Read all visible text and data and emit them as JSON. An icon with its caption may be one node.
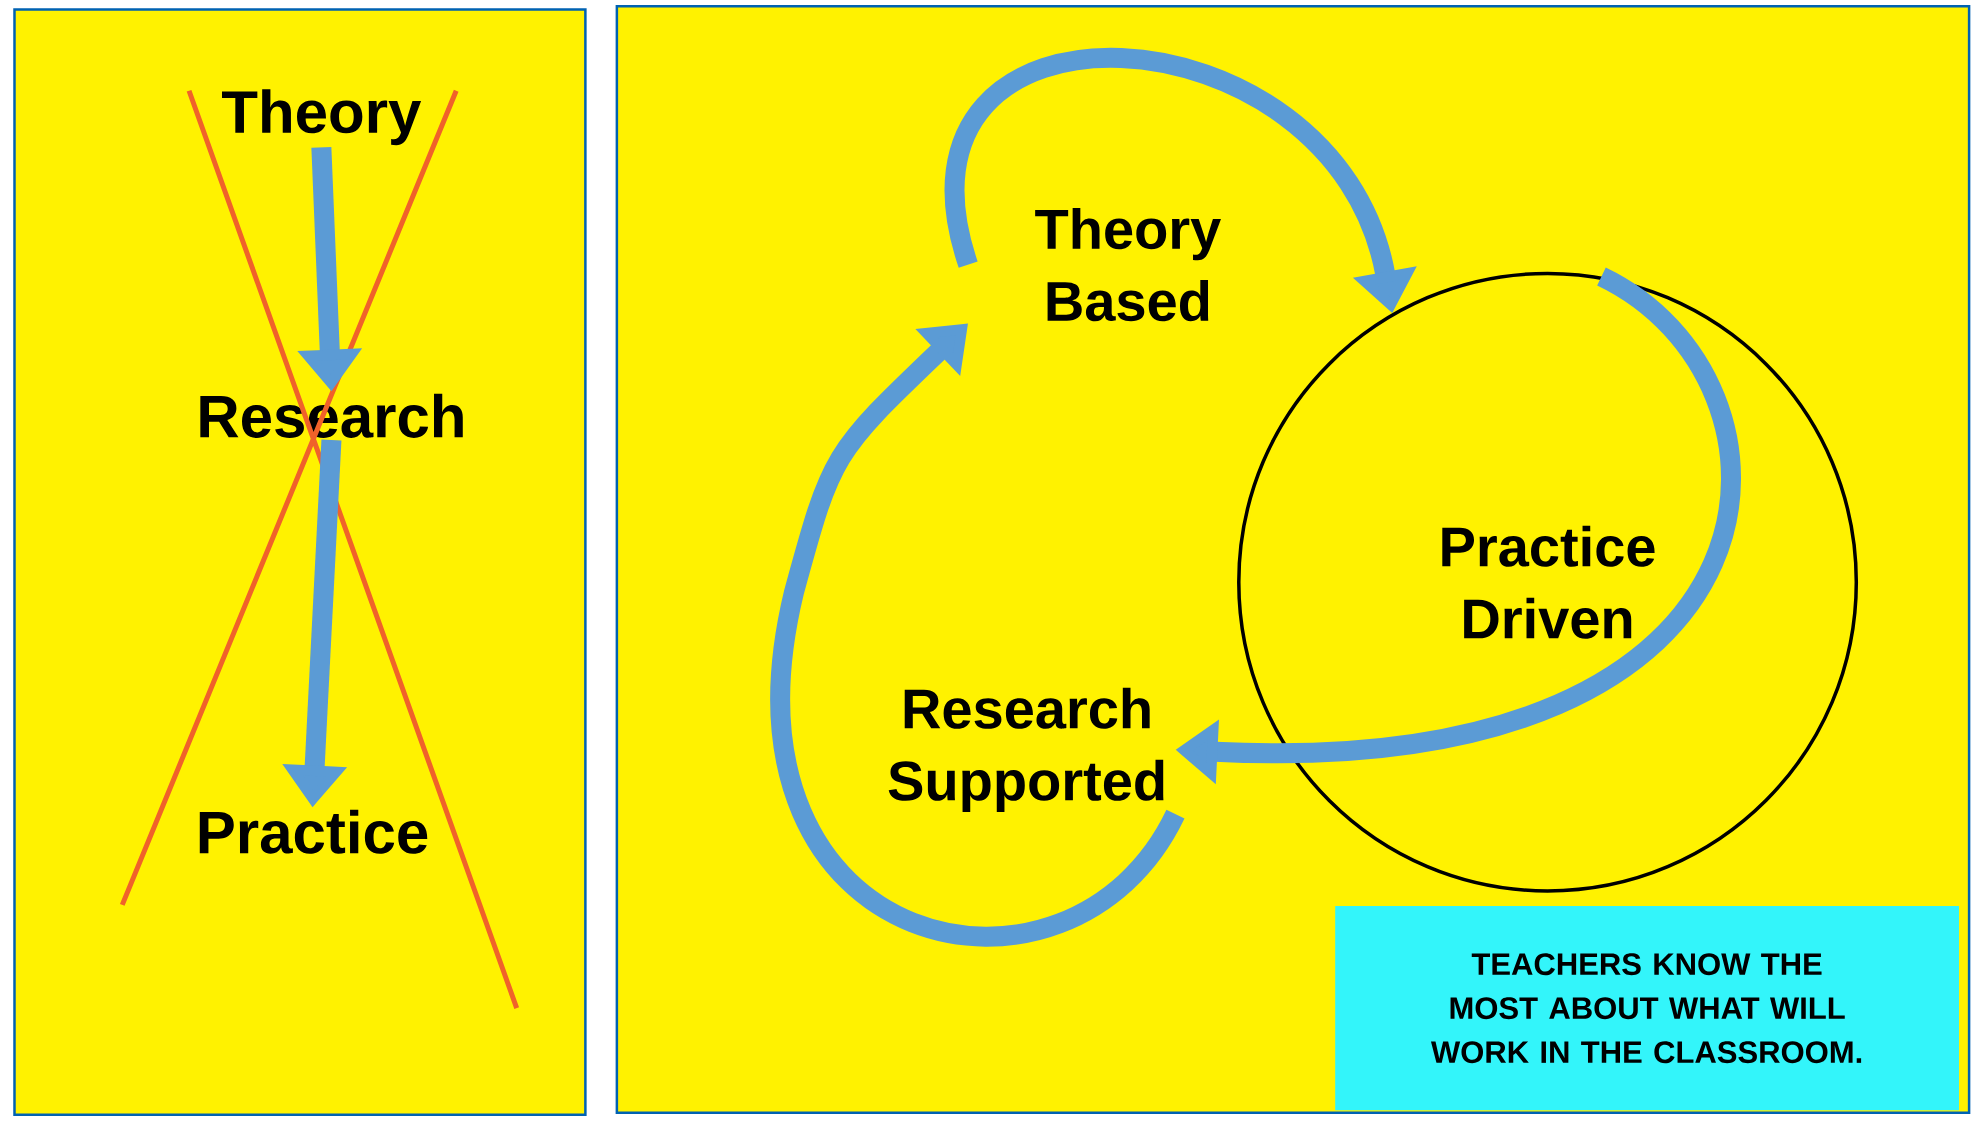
{
  "diagram": {
    "nodes": [
      {
        "text": [],
        "shape": "box"
      },
      {
        "text": [
          "Theory"
        ],
        "in": 0
      },
      {
        "text": [
          "Research"
        ],
        "in": 0
      },
      {
        "text": [
          "Practice"
        ],
        "in": 0
      },
      {
        "text": [],
        "shape": "box"
      },
      {
        "text": [
          "Theory Based"
        ],
        "in": 4
      },
      {
        "text": [
          "Practice Driven"
        ],
        "in": 4
      },
      {
        "text": [
          "Research Supported"
        ],
        "in": 4
      },
      {
        "text": [
          "TEACHERS KNOW THE MOST ABOUT WHAT WILL WORK IN THE CLASSROOM."
        ],
        "in": 4
      }
    ],
    "edges": [
      {
        "from": 1,
        "to": 2,
        "arrow": "to"
      },
      {
        "from": 2,
        "to": 3,
        "arrow": "to"
      },
      {
        "from": 5,
        "to": 6,
        "arrow": "to"
      },
      {
        "from": 6,
        "to": 7,
        "arrow": "to"
      },
      {
        "from": 7,
        "to": 5,
        "arrow": "to"
      }
    ]
  }
}
